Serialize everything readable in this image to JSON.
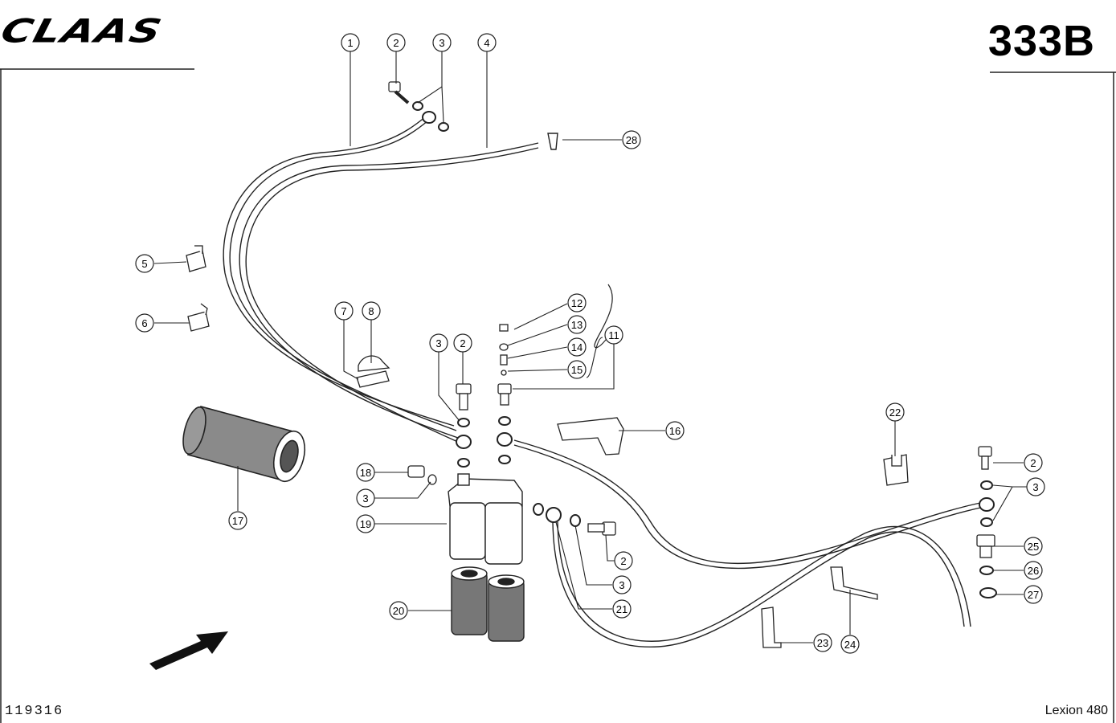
{
  "header": {
    "brand": "CLAAS",
    "page_code": "333B"
  },
  "footer": {
    "document_number": "119316",
    "model": "Lexion 480"
  },
  "callouts": [
    "1",
    "2",
    "3",
    "4",
    "28",
    "5",
    "6",
    "7",
    "8",
    "12",
    "13",
    "14",
    "15",
    "11",
    "3",
    "2",
    "16",
    "22",
    "2",
    "3",
    "25",
    "26",
    "27",
    "17",
    "18",
    "3",
    "19",
    "2",
    "3",
    "21",
    "20",
    "23",
    "24"
  ]
}
